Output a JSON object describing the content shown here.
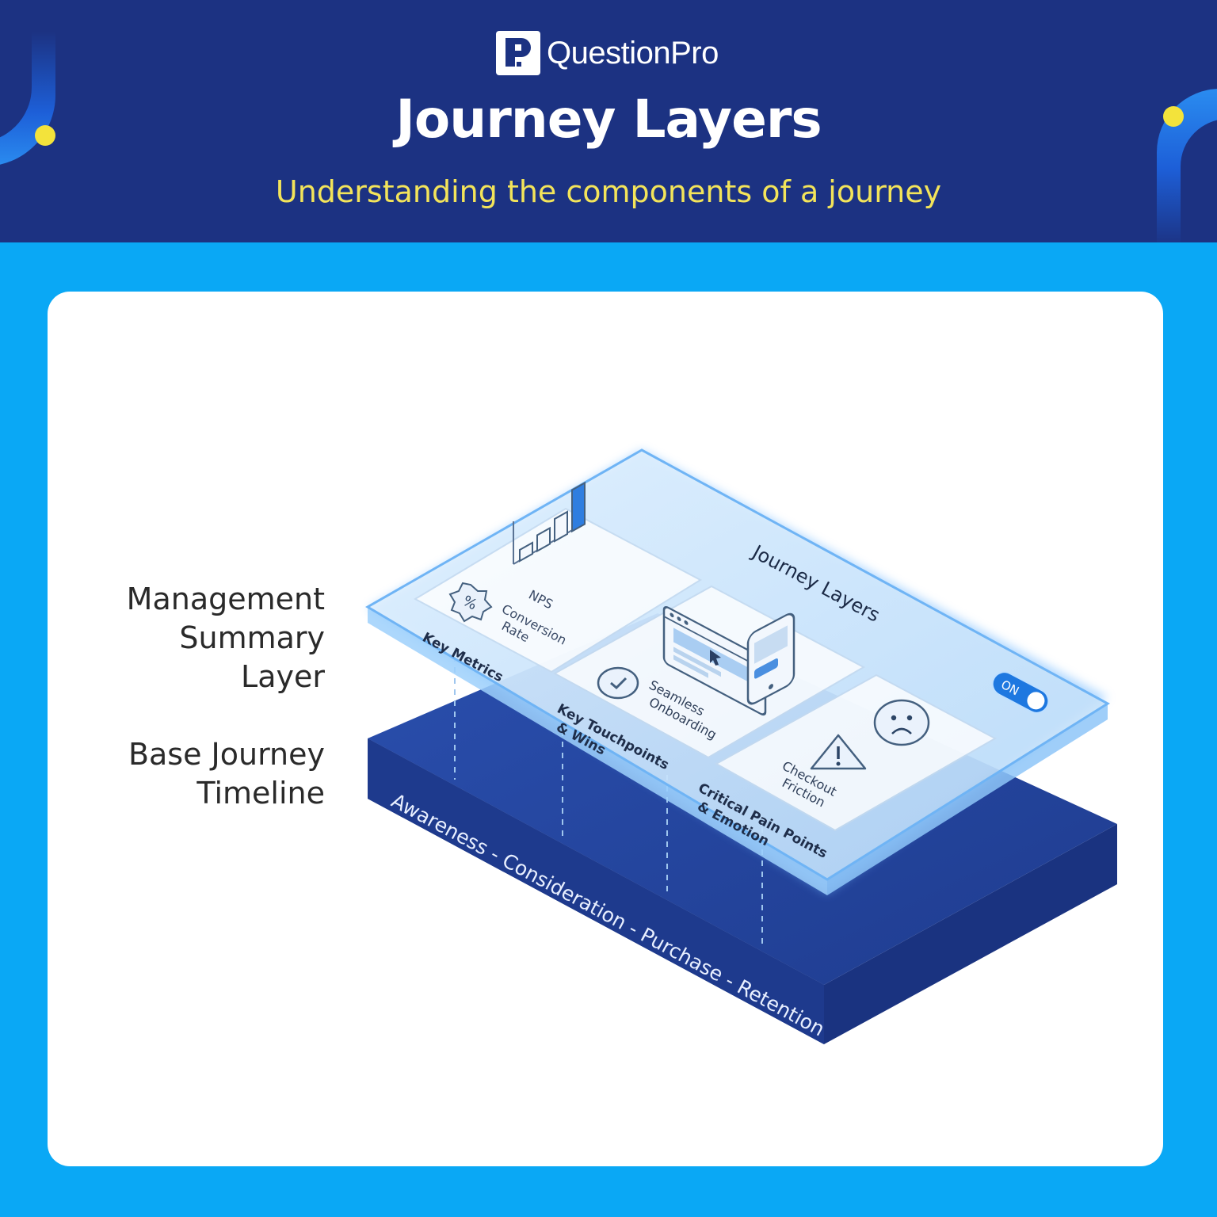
{
  "header": {
    "brand_name": "QuestionPro",
    "title": "Journey Layers",
    "subtitle": "Understanding the components of a journey"
  },
  "side_labels": {
    "management": "Management\nSummary Layer",
    "base": "Base Journey\nTimeline"
  },
  "diagram": {
    "layer_title": "Journey Layers",
    "toggle_label": "ON",
    "timeline": "Awareness - Consideration - Purchase - Retention",
    "metrics": {
      "nps_label": "NPS",
      "conversion_label": "Conversion\nRate",
      "section_label": "Key Metrics"
    },
    "touchpoints": {
      "item_label": "Seamless\nOnboarding",
      "section_label": "Key Touchpoints\n& Wins"
    },
    "pain_points": {
      "item_label": "Checkout\nFriction",
      "section_label": "Critical Pain Points\n& Emotion"
    }
  },
  "colors": {
    "header_bg": "#1c3282",
    "page_bg": "#0aa8f5",
    "accent_yellow": "#f3e33b",
    "base_layer": "#1f3d91",
    "glass_layer": "#cfe6fb",
    "toggle": "#1e78e0"
  },
  "icons": [
    "questionpro-logo-icon",
    "percent-badge-icon",
    "check-circle-icon",
    "browser-window-icon",
    "mobile-phone-icon",
    "cursor-icon",
    "warning-triangle-icon",
    "sad-face-icon",
    "toggle-switch-icon"
  ]
}
